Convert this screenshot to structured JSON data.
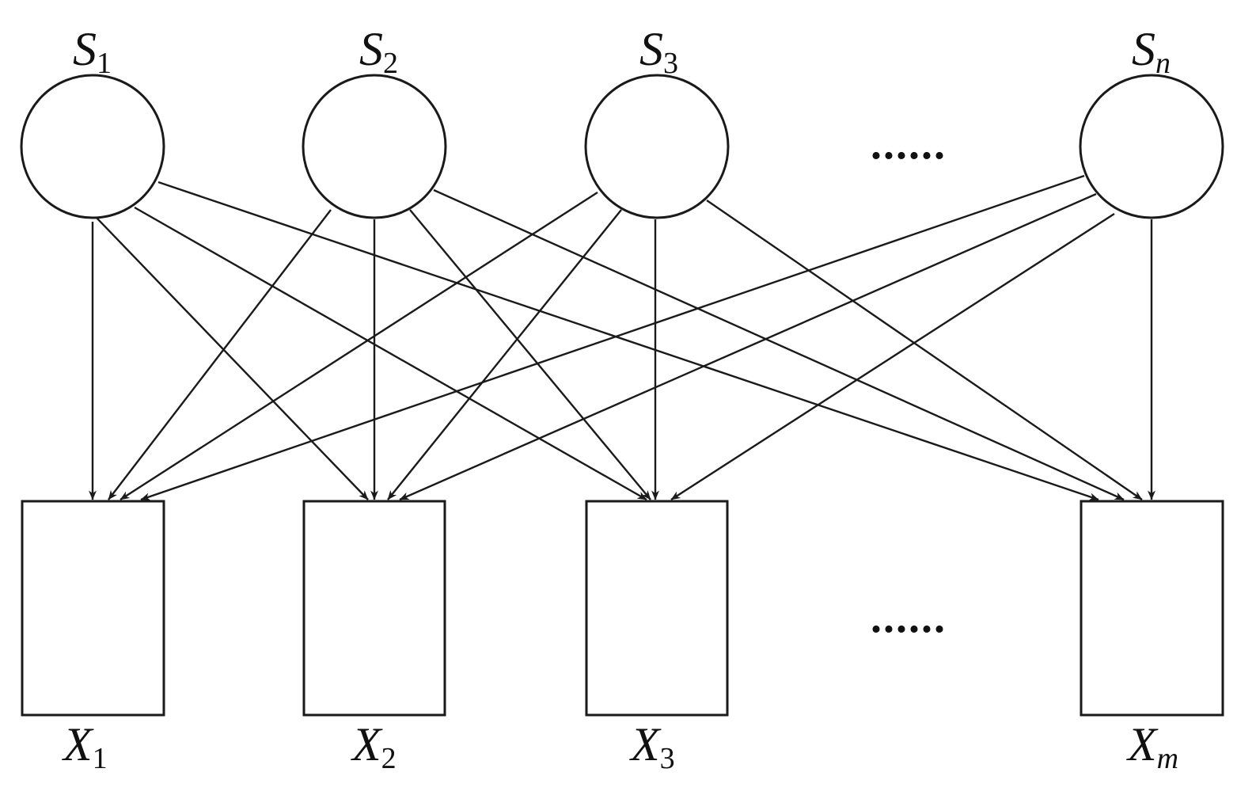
{
  "diagram": {
    "sources": [
      {
        "id": "S1",
        "letter": "S",
        "subscript": "1"
      },
      {
        "id": "S2",
        "letter": "S",
        "subscript": "2"
      },
      {
        "id": "S3",
        "letter": "S",
        "subscript": "3"
      },
      {
        "id": "Sn",
        "letter": "S",
        "subscript": "n"
      }
    ],
    "observations": [
      {
        "id": "X1",
        "letter": "X",
        "subscript": "1"
      },
      {
        "id": "X2",
        "letter": "X",
        "subscript": "2"
      },
      {
        "id": "X3",
        "letter": "X",
        "subscript": "3"
      },
      {
        "id": "Xm",
        "letter": "X",
        "subscript": "m"
      }
    ],
    "ellipsis_top": "......",
    "ellipsis_bottom": "......",
    "edges": [
      {
        "from": "S1",
        "to": "X1"
      },
      {
        "from": "S1",
        "to": "X2"
      },
      {
        "from": "S1",
        "to": "X3"
      },
      {
        "from": "S1",
        "to": "Xm"
      },
      {
        "from": "S2",
        "to": "X1"
      },
      {
        "from": "S2",
        "to": "X2"
      },
      {
        "from": "S2",
        "to": "X3"
      },
      {
        "from": "S2",
        "to": "Xm"
      },
      {
        "from": "S3",
        "to": "X1"
      },
      {
        "from": "S3",
        "to": "X2"
      },
      {
        "from": "S3",
        "to": "X3"
      },
      {
        "from": "S3",
        "to": "Xm"
      },
      {
        "from": "Sn",
        "to": "X1"
      },
      {
        "from": "Sn",
        "to": "X2"
      },
      {
        "from": "Sn",
        "to": "X3"
      },
      {
        "from": "Sn",
        "to": "Xm"
      }
    ],
    "colors": {
      "stroke": "#1a1a1a",
      "background": "#ffffff"
    }
  }
}
